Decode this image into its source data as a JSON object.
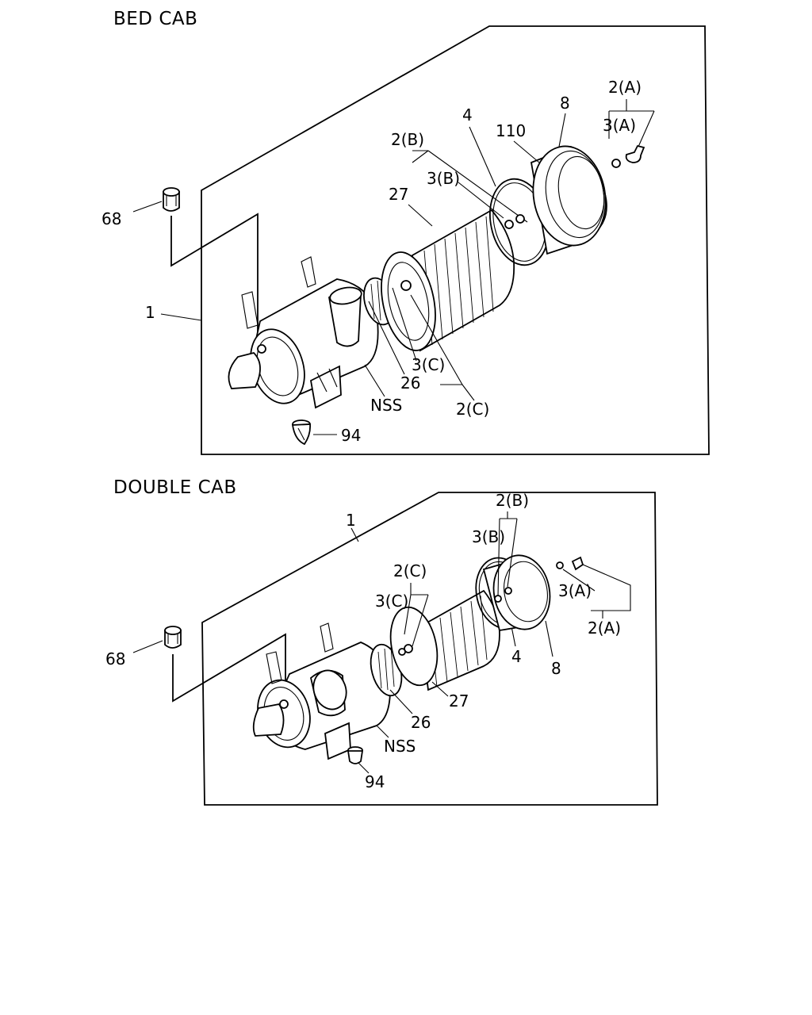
{
  "sections": [
    {
      "id": "bed",
      "title": "BED CAB",
      "labels": {
        "p68": "68",
        "p1": "1",
        "p94": "94",
        "pNSS": "NSS",
        "p26": "26",
        "p3C": "3(C)",
        "p2C": "2(C)",
        "p27": "27",
        "p2B": "2(B)",
        "p3B": "3(B)",
        "p4": "4",
        "p110": "110",
        "p8": "8",
        "p2A": "2(A)",
        "p3A": "3(A)"
      }
    },
    {
      "id": "double",
      "title": "DOUBLE CAB",
      "labels": {
        "p1": "1",
        "p68": "68",
        "p94": "94",
        "pNSS": "NSS",
        "p26": "26",
        "p27": "27",
        "p2C": "2(C)",
        "p3C": "3(C)",
        "p2B": "2(B)",
        "p3B": "3(B)",
        "p4": "4",
        "p8": "8",
        "p3A": "3(A)",
        "p2A": "2(A)"
      }
    }
  ]
}
